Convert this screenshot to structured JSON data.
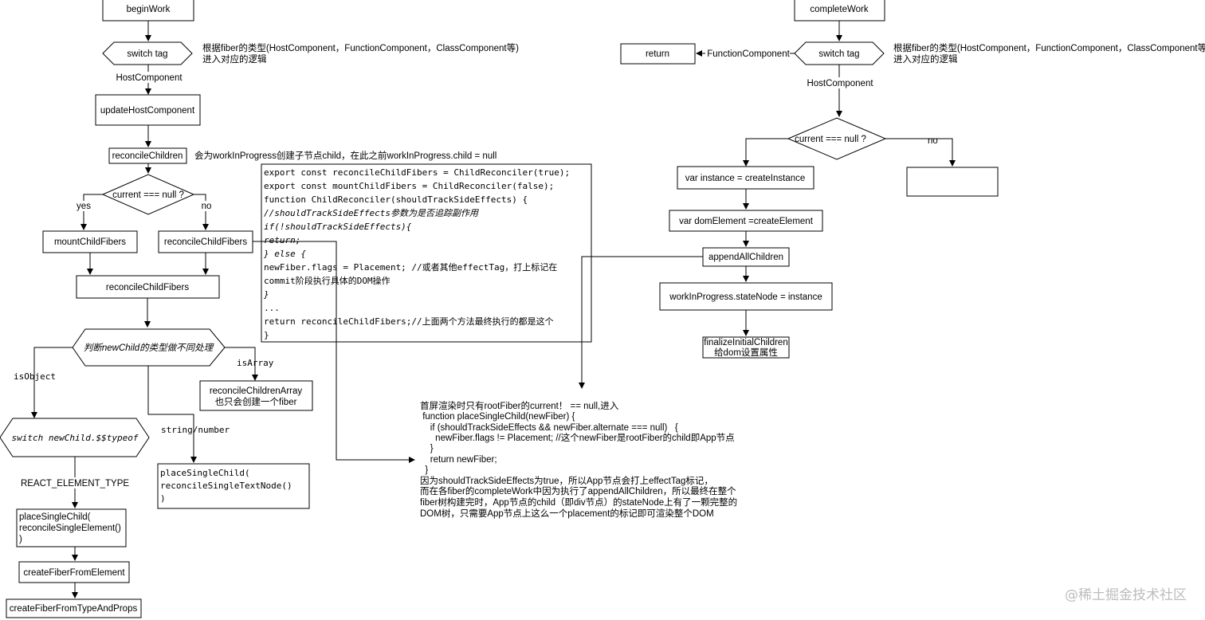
{
  "left": {
    "begin_work": "beginWork",
    "switch_tag": "switch tag",
    "switch_tag_note_1": "根据fiber的类型(HostComponent，FunctionComponent，ClassComponent等)",
    "switch_tag_note_2": "进入对应的逻辑",
    "host_component_label": "HostComponent",
    "update_host_component": "updateHostComponent",
    "reconcile_children": "reconcileChildren",
    "reconcile_children_note": "会为workInProgress创建子节点child，在此之前workInProgress.child = null",
    "current_null": "current === null ?",
    "yes_label": "yes",
    "no_label": "no",
    "mount_child_fibers": "mountChildFibers",
    "reconcile_child_fibers_small": "reconcileChildFibers",
    "reconcile_child_fibers": "reconcileChildFibers",
    "judge_new_child": "判断newChild的类型做不同处理",
    "is_object": "isObject",
    "is_array": "isArray",
    "string_number": "string/number",
    "children_array_1": "reconcileChildrenArray",
    "children_array_2": "也只会创建一个fiber",
    "switch_typeof": "switch newChild.$$typeof",
    "react_element_type": "REACT_ELEMENT_TYPE",
    "place_single_element_1": "placeSingleChild(",
    "place_single_element_2": "reconcileSingleElement()",
    "place_single_element_3": ")",
    "place_single_text_1": "placeSingleChild(",
    "place_single_text_2": "reconcileSingleTextNode()",
    "place_single_text_3": ")",
    "create_fiber_from_element": "createFiberFromElement",
    "create_fiber_from_type": "createFiberFromTypeAndProps"
  },
  "code": {
    "lines": [
      "export const reconcileChildFibers = ChildReconciler(true);",
      "export const mountChildFibers = ChildReconciler(false);",
      "function ChildReconciler(shouldTrackSideEffects) {",
      "//shouldTrackSideEffects参数为是否追踪副作用",
      "if(!shouldTrackSideEffects){",
      "return;",
      "} else {",
      "newFiber.flags = Placement; //或者其他effectTag，打上标记在",
      "commit阶段执行具体的DOM操作",
      "}",
      "...",
      "return reconcileChildFibers;//上面两个方法最终执行的都是这个",
      "}"
    ]
  },
  "note": {
    "lines": [
      "首屏渲染时只有rootFiber的current！ == null,进入",
      " function placeSingleChild(newFiber) {",
      "    if (shouldTrackSideEffects && newFiber.alternate === null)   {",
      "      newFiber.flags != Placement; //这个newFiber是rootFiber的child即App节点",
      "    }",
      "    return newFiber;",
      "  }",
      "因为shouldTrackSideEffects为true，所以App节点会打上effectTag标记，",
      "而在各fiber的completeWork中因为执行了appendAllChildren，所以最终在整个",
      "fiber树构建完时，App节点的child（即div节点）的stateNode上有了一颗完整的",
      "DOM树，只需要App节点上这么一个placement的标记即可渲染整个DOM"
    ]
  },
  "right": {
    "complete_work": "completeWork",
    "return_label": "return",
    "function_component": "FunctionComponent",
    "switch_tag": "switch tag",
    "switch_tag_note_1": "根据fiber的类型(HostComponent，FunctionComponent，ClassComponent等)",
    "switch_tag_note_2": "进入对应的逻辑",
    "host_component_label": "HostComponent",
    "current_null": "current === null ?",
    "no_label": "no",
    "create_instance": "var instance = createInstance",
    "create_element": "var domElement =createElement",
    "append_all_children": "appendAllChildren",
    "state_node": "workInProgress.stateNode = instance",
    "finalize_1": "finalizeInitialChildren",
    "finalize_2": "给dom设置属性",
    "empty_box_text": ""
  },
  "watermark": "@稀土掘金技术社区"
}
